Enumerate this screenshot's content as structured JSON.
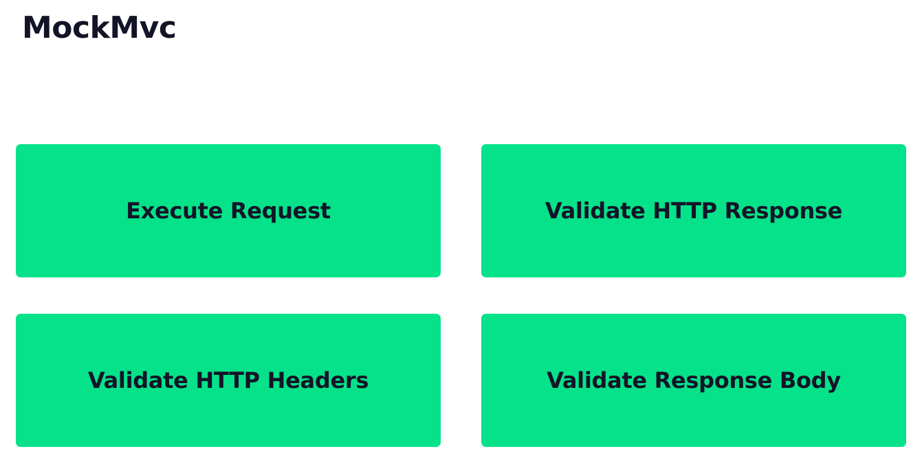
{
  "page": {
    "title": "MockMvc"
  },
  "theme": {
    "card_color": "#05e28a",
    "text_color": "#141428"
  },
  "cards": [
    {
      "label": "Execute Request"
    },
    {
      "label": "Validate HTTP Response"
    },
    {
      "label": "Validate HTTP Headers"
    },
    {
      "label": "Validate Response Body"
    }
  ]
}
